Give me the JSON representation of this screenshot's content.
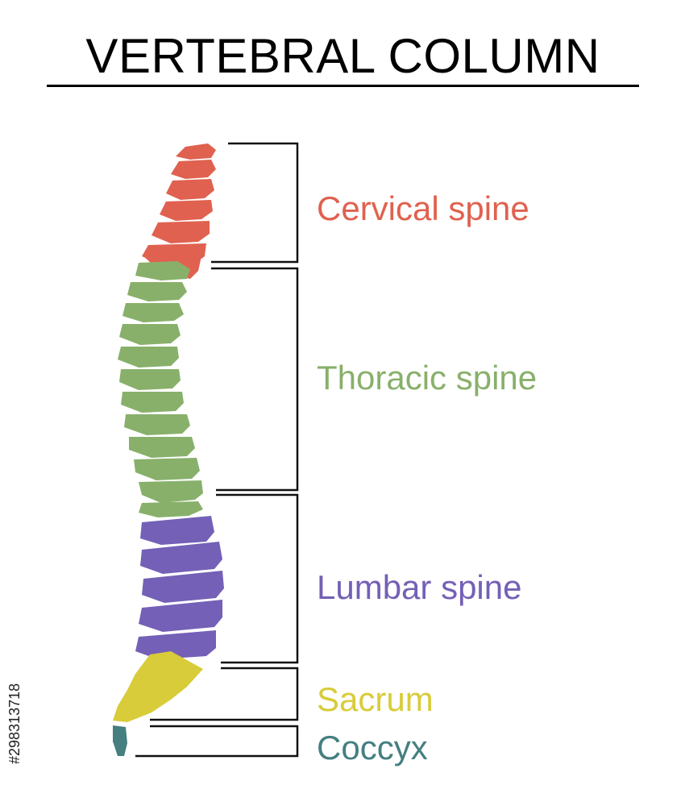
{
  "title": "VERTEBRAL COLUMN",
  "watermark_id": "#298313718",
  "regions": [
    {
      "key": "cervical",
      "label": "Cervical spine",
      "color": "#e0614f"
    },
    {
      "key": "thoracic",
      "label": "Thoracic spine",
      "color": "#88b06a"
    },
    {
      "key": "lumbar",
      "label": "Lumbar spine",
      "color": "#7460b6"
    },
    {
      "key": "sacrum",
      "label": "Sacrum",
      "color": "#d8cc3a"
    },
    {
      "key": "coccyx",
      "label": "Coccyx",
      "color": "#457f80"
    }
  ],
  "icons": {
    "spine": "vertebral-column-illustration",
    "brackets": "region-bracket-lines"
  }
}
